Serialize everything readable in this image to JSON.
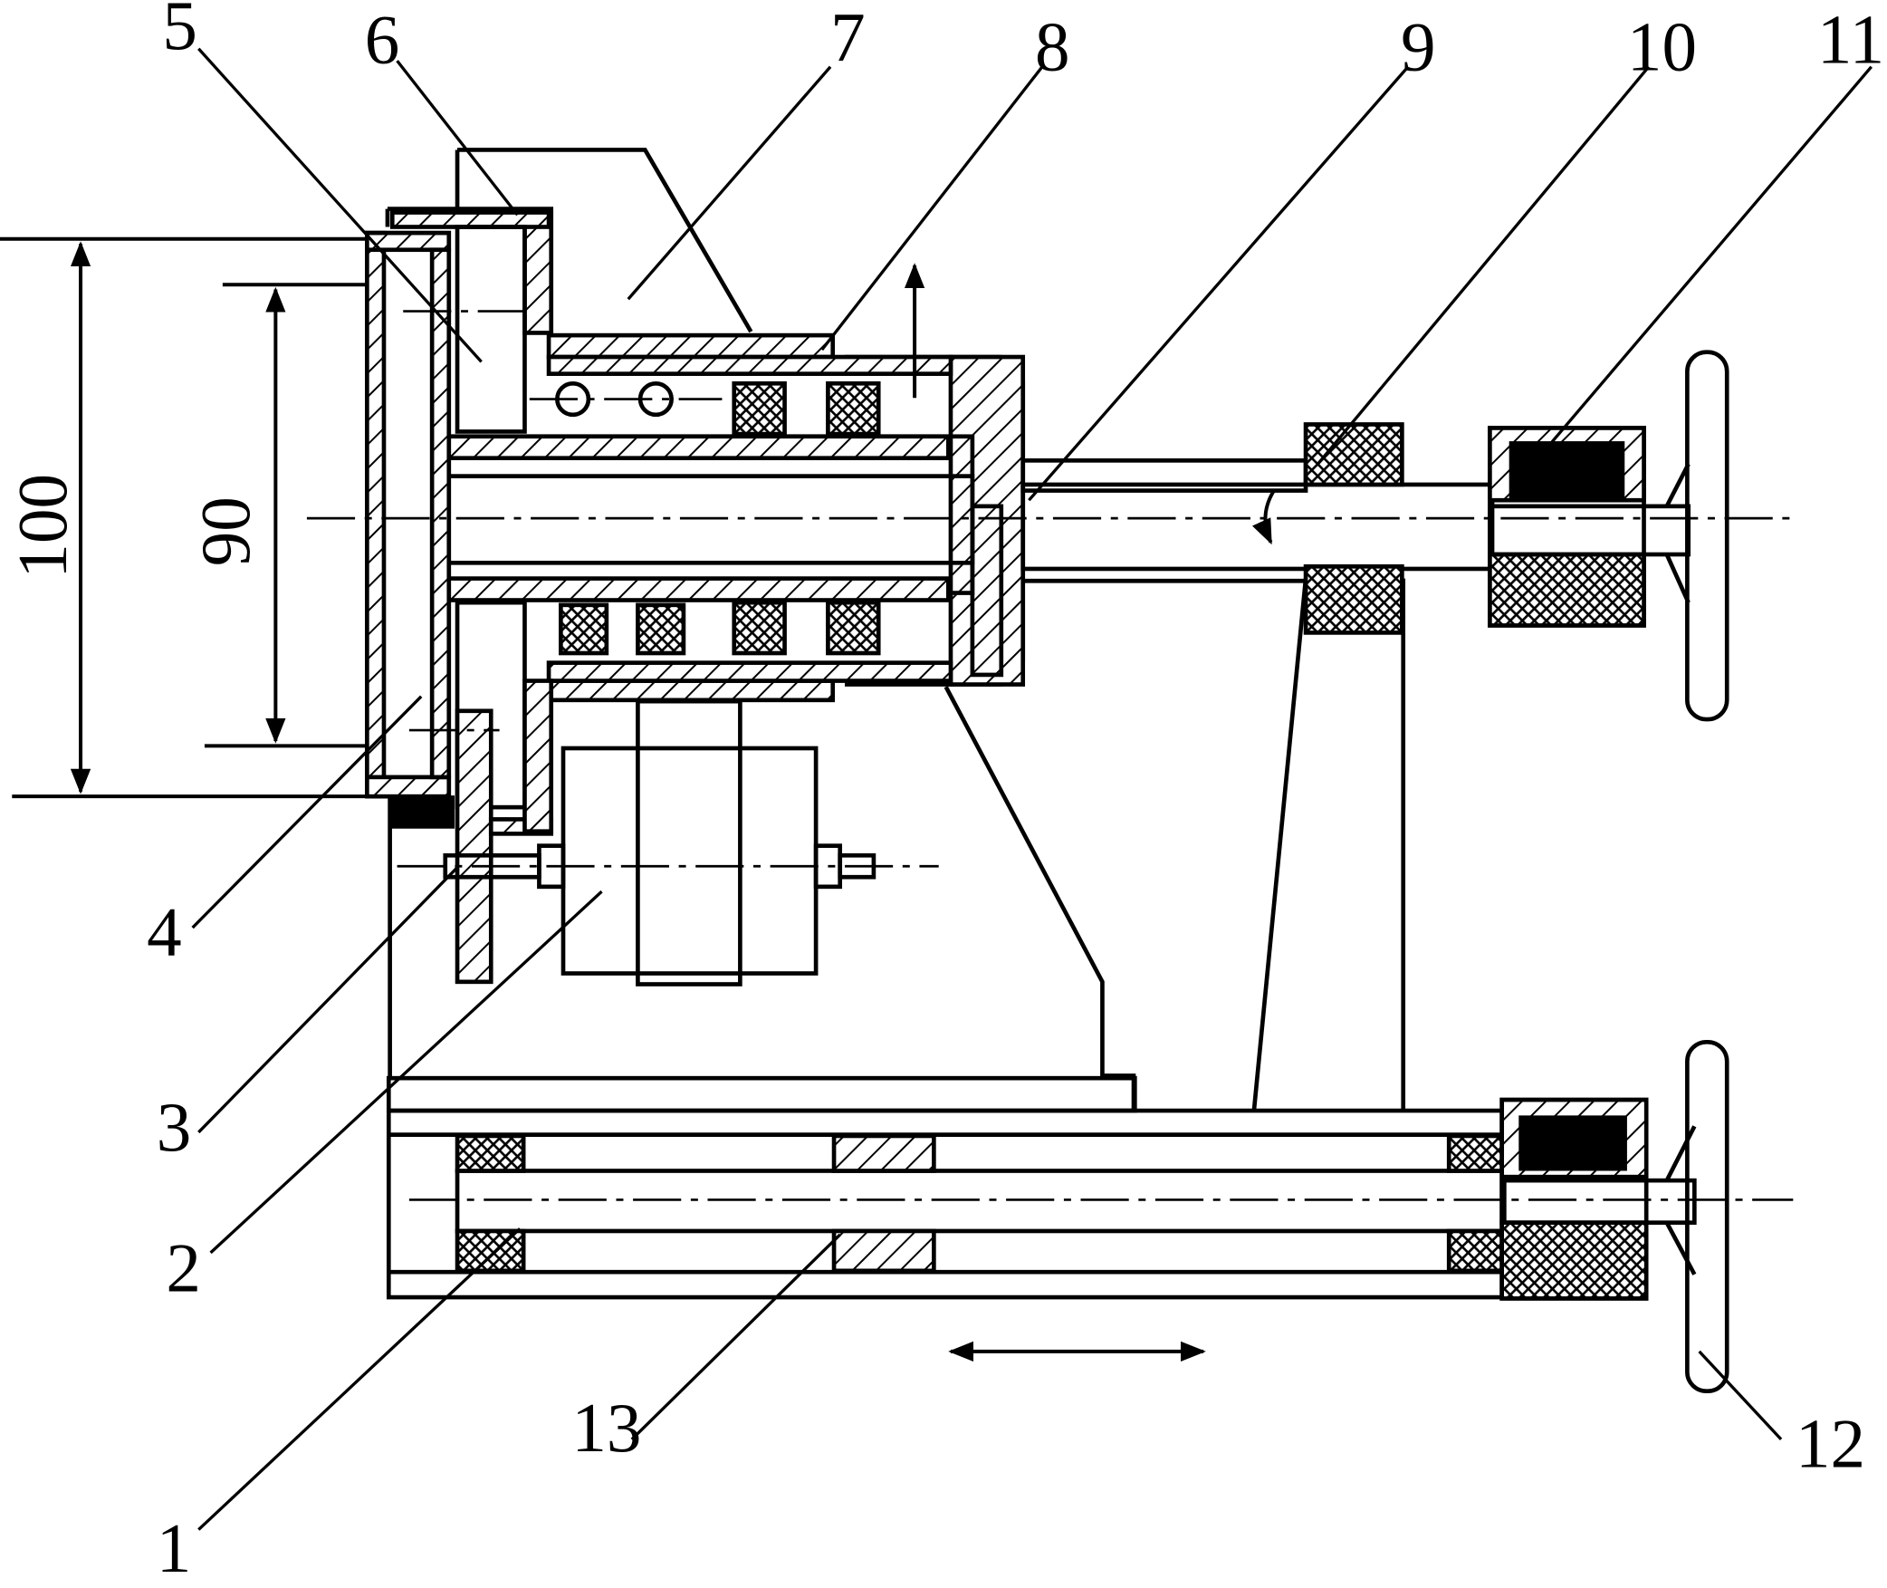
{
  "diagram": {
    "part_labels": [
      "1",
      "2",
      "3",
      "4",
      "5",
      "6",
      "7",
      "8",
      "9",
      "10",
      "11",
      "12",
      "13"
    ],
    "dimensions": {
      "outer_diameter": "100",
      "inner_diameter": "90"
    },
    "colors": {
      "line": "#000000",
      "background": "#ffffff"
    }
  }
}
